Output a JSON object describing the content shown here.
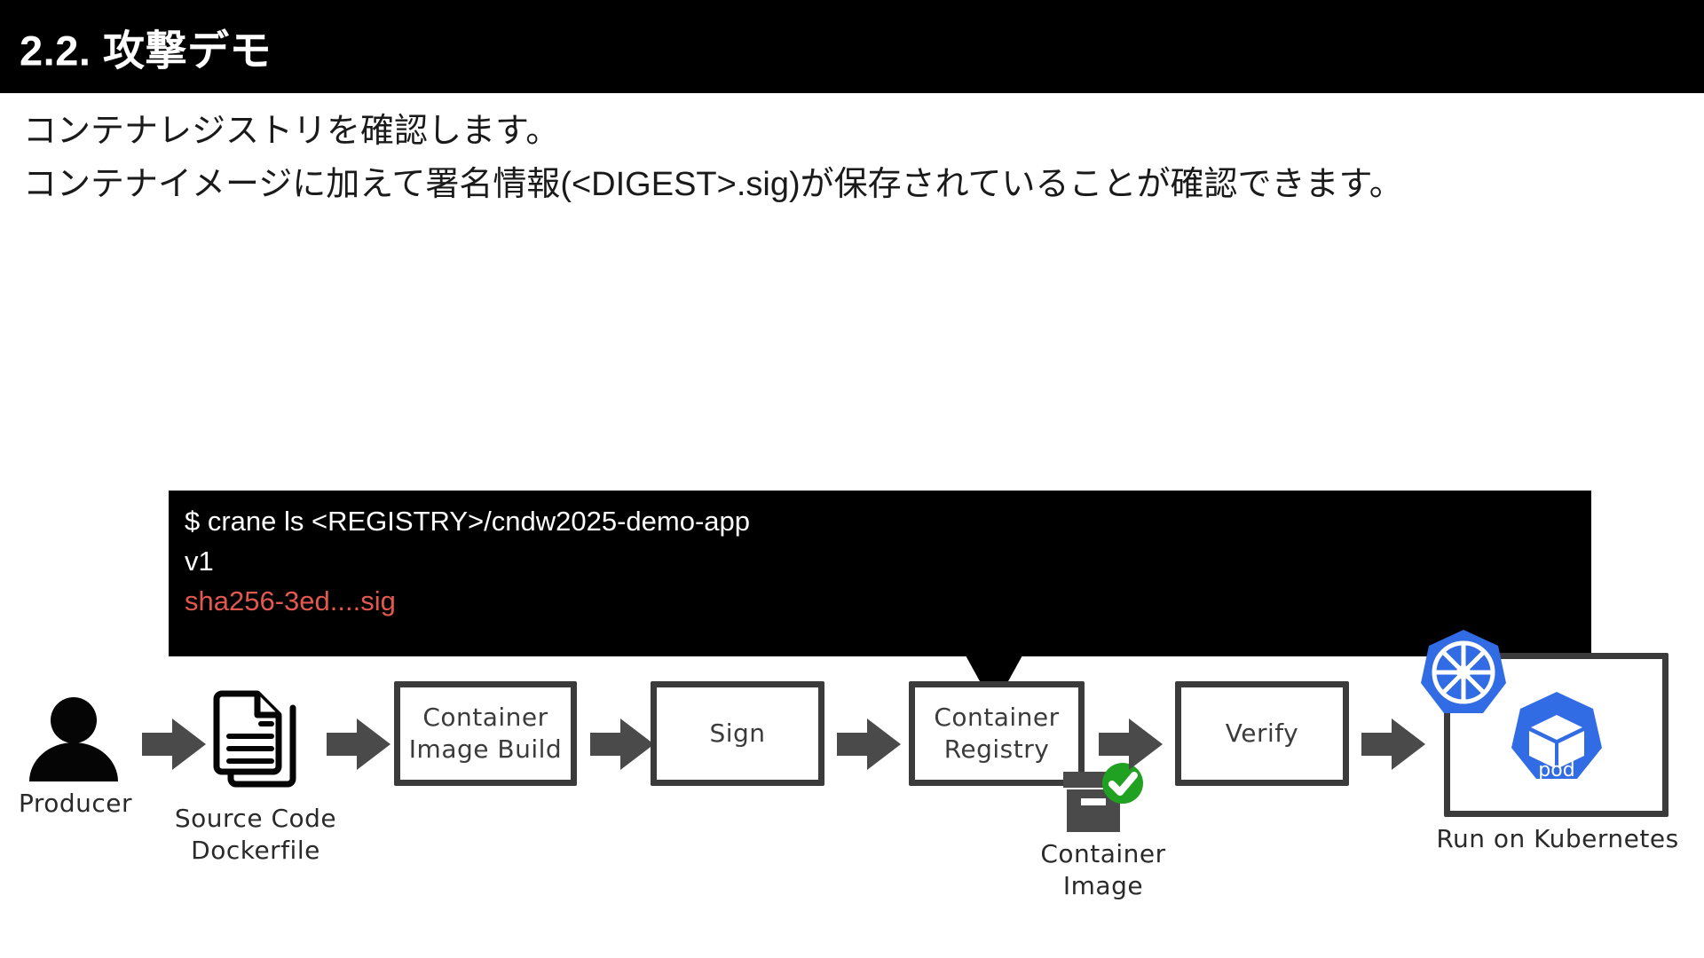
{
  "header": {
    "title": "2.2. 攻撃デモ",
    "background": "#000000",
    "text_color": "#ffffff"
  },
  "body": {
    "line1": "コンテナレジストリを確認します。",
    "line2": "コンテナイメージに加えて署名情報(<DIGEST>.sig)が保存されていることが確認できます。"
  },
  "terminal": {
    "background": "#000000",
    "text_color": "#ffffff",
    "highlight_color": "#e2584e",
    "lines": [
      {
        "text": "$ crane ls <REGISTRY>/cndw2025-demo-app",
        "style": "normal"
      },
      {
        "text": "v1",
        "style": "normal"
      },
      {
        "text": "sha256-3ed....sig",
        "style": "highlight"
      }
    ]
  },
  "diagram": {
    "stroke_color": "#3b3b3b",
    "arrow_color": "#4a4a4a",
    "kubernetes_blue": "#326ce5",
    "check_green": "#21a121",
    "nodes": {
      "producer": {
        "label": "Producer",
        "icon": "person-icon"
      },
      "source": {
        "label_line1": "Source Code",
        "label_line2": "Dockerfile",
        "icon": "document-icon"
      },
      "build": {
        "label_line1": "Container",
        "label_line2": "Image Build"
      },
      "sign": {
        "label_line1": "Sign",
        "label_line2": ""
      },
      "registry": {
        "label_line1": "Container",
        "label_line2": "Registry"
      },
      "container_image": {
        "label_line1": "Container",
        "label_line2": "Image",
        "icon": "crate-icon",
        "badge": "check-badge-icon"
      },
      "verify": {
        "label_line1": "Verify",
        "label_line2": ""
      },
      "run": {
        "label": "Run on Kubernetes",
        "pod_label": "pod",
        "icon": "kubernetes-helm-icon"
      }
    }
  }
}
